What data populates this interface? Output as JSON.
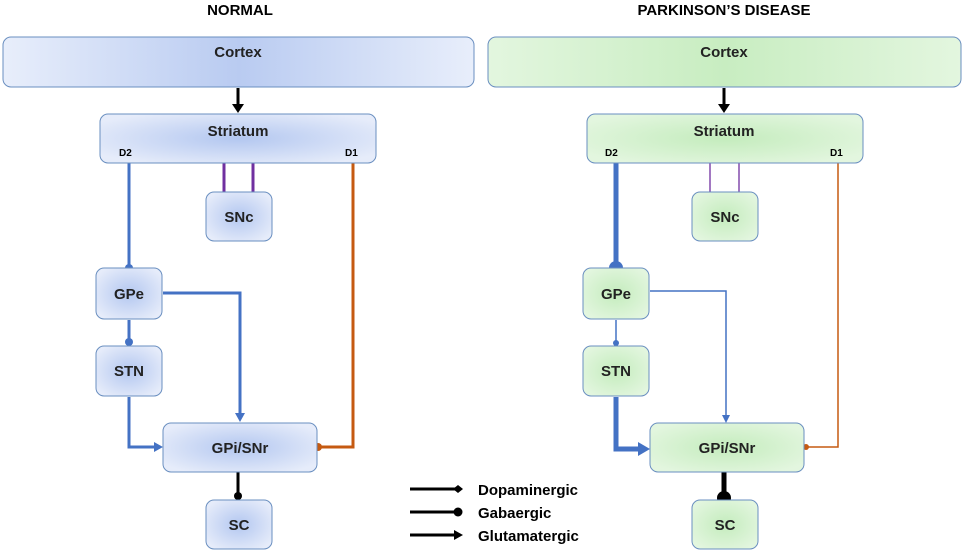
{
  "panels": {
    "normal": {
      "title": "NORMAL",
      "cortex": "Cortex",
      "striatum": "Striatum",
      "d2": "D2",
      "d1": "D1",
      "snc": "SNc",
      "gpe": "GPe",
      "stn": "STN",
      "gpi": "GPi/SNr",
      "sc": "SC"
    },
    "parkinsons": {
      "title": "PARKINSON’S DISEASE",
      "cortex": "Cortex",
      "striatum": "Striatum",
      "d2": "D2",
      "d1": "D1",
      "snc": "SNc",
      "gpe": "GPe",
      "stn": "STN",
      "gpi": "GPi/SNr",
      "sc": "SC"
    }
  },
  "legend": {
    "dopaminergic": "Dopaminergic",
    "gabaergic": "Gabaergic",
    "glutamatergic": "Glutamatergic"
  },
  "colors": {
    "normal_fill": "#c5d3f2",
    "parkinsons_fill": "#d3f0cf",
    "box_border": "#6a8fc0",
    "dopamine": "#7030a0",
    "d2_pathway": "#4472c4",
    "d1_pathway": "#c55a11",
    "black": "#000000"
  }
}
